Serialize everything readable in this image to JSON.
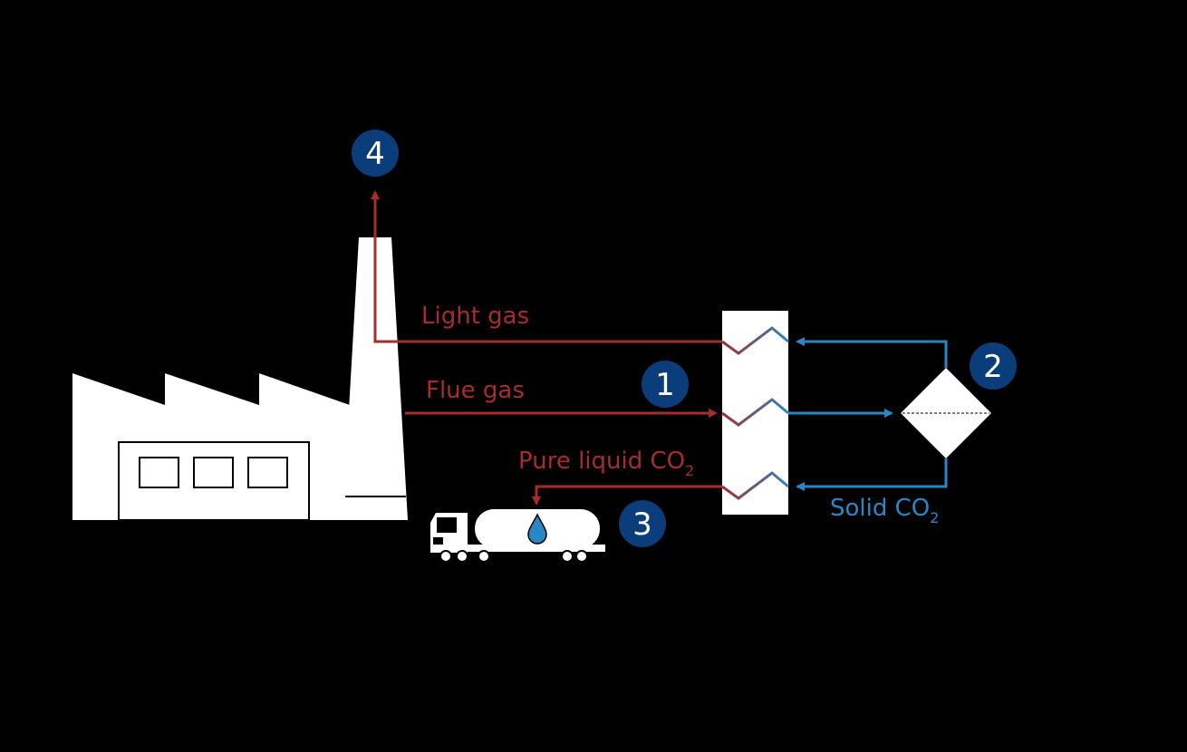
{
  "colors": {
    "background": "#000000",
    "hot_stream": "#a62d2d",
    "cold_stream": "#2a87c5",
    "badge": "#0a3d7a",
    "equipment": "#ffffff"
  },
  "labels": {
    "light_gas": "Light gas",
    "flue_gas": "Flue gas",
    "pure_liquid_co2": {
      "text": "Pure liquid CO",
      "sub": "2"
    },
    "solid_co2": {
      "text": "Solid CO",
      "sub": "2"
    }
  },
  "badges": {
    "step_1": "1",
    "step_2": "2",
    "step_3": "3",
    "step_4": "4"
  },
  "icons": {
    "factory": "factory-icon",
    "chimney": "chimney-icon",
    "heat_exchanger": "heat-exchanger-icon",
    "separator": "separator-icon",
    "tanker_truck": "tanker-truck-icon",
    "liquid_drop": "liquid-drop-icon"
  }
}
